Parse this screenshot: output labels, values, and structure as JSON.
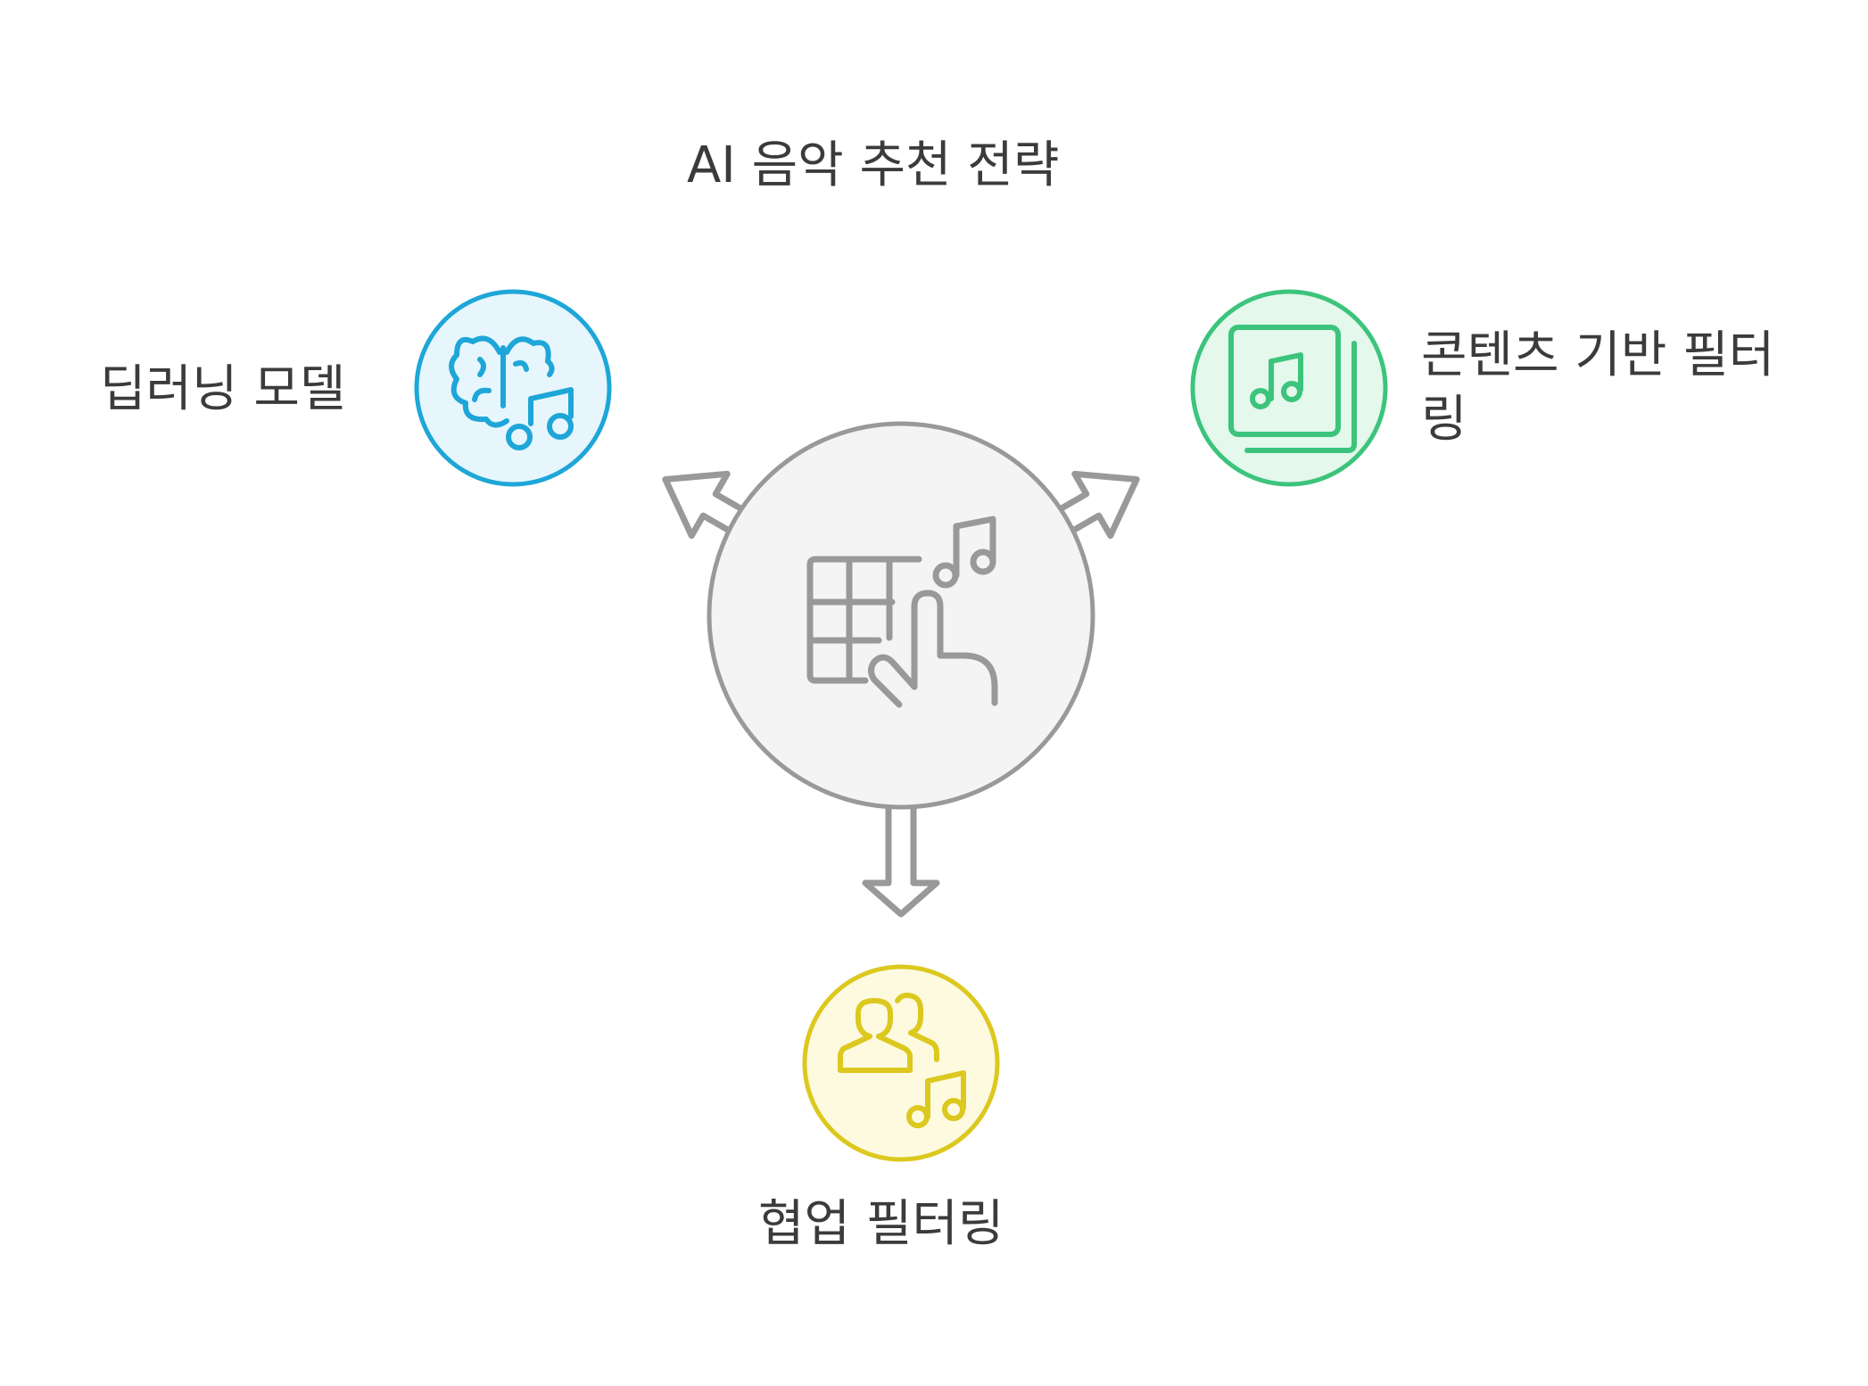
{
  "diagram": {
    "title": "AI 음악 추천 전략",
    "center": {
      "icon": "grid-hand-music-icon",
      "fill": "#f4f4f4",
      "stroke": "#999999"
    },
    "nodes": {
      "deep_learning": {
        "label": "딥러닝 모델",
        "icon": "brain-music-icon",
        "fill": "#e6f6fc",
        "stroke": "#1ea6d8"
      },
      "content_filtering": {
        "label": "콘텐츠 기반 필터링",
        "icon": "music-album-icon",
        "fill": "#e4f8ec",
        "stroke": "#3cc47c"
      },
      "collaborative_filtering": {
        "label": "협업 필터링",
        "icon": "users-music-icon",
        "fill": "#fdfadf",
        "stroke": "#dcc81e"
      }
    }
  }
}
